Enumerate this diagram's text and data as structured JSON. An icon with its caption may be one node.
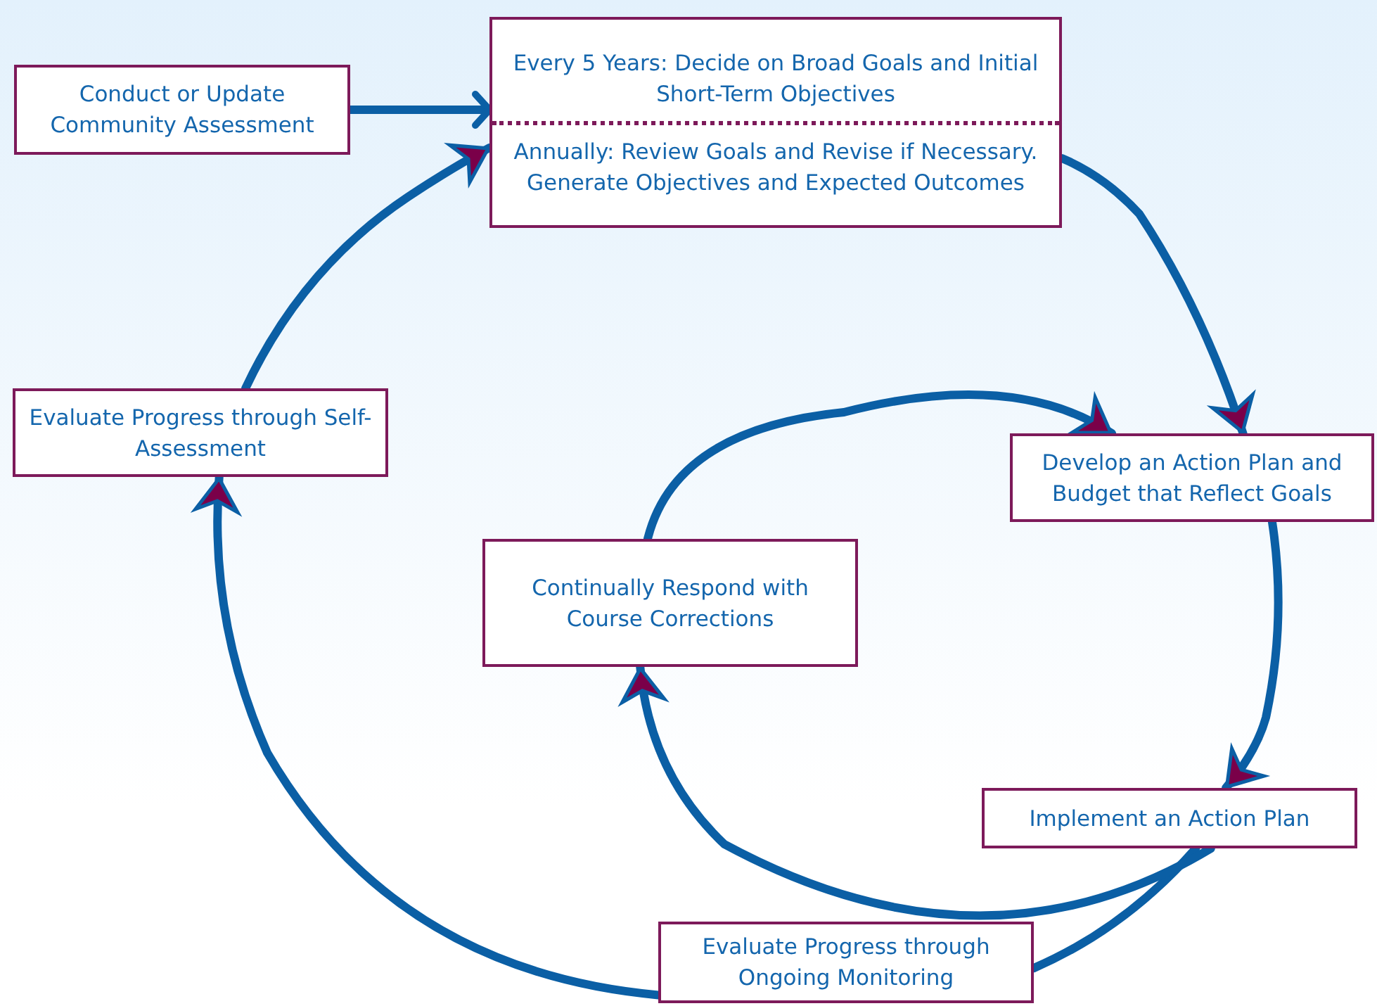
{
  "diagram": {
    "nodes": [
      {
        "text": [
          "Every 5 Years: Decide on Broad Goals and Initial Short-Term Objectives",
          "Annually: Review Goals and Revise if Necessary. Generate Objectives and Expected Outcomes"
        ]
      },
      {
        "text": [
          "Conduct or Update Community Assessment"
        ]
      },
      {
        "text": [
          "Evaluate Progress through Self-Assessment"
        ]
      },
      {
        "text": [
          "Develop an Action Plan and Budget that Reflect Goals"
        ]
      },
      {
        "text": [
          "Continually Respond with Course Corrections"
        ]
      },
      {
        "text": [
          "Implement an Action Plan"
        ]
      },
      {
        "text": [
          "Evaluate Progress through Ongoing Monitoring"
        ]
      }
    ],
    "edges": [
      {
        "from": 1,
        "to": 0,
        "arrow": "to"
      },
      {
        "from": 0,
        "to": 3,
        "arrow": "to"
      },
      {
        "from": 3,
        "to": 5,
        "arrow": "to"
      },
      {
        "from": 5,
        "to": 6,
        "arrow": "none"
      },
      {
        "from": 5,
        "to": 4,
        "arrow": "to"
      },
      {
        "from": 4,
        "to": 3,
        "arrow": "to"
      },
      {
        "from": 6,
        "to": 2,
        "arrow": "to"
      },
      {
        "from": 2,
        "to": 0,
        "arrow": "to"
      }
    ]
  }
}
